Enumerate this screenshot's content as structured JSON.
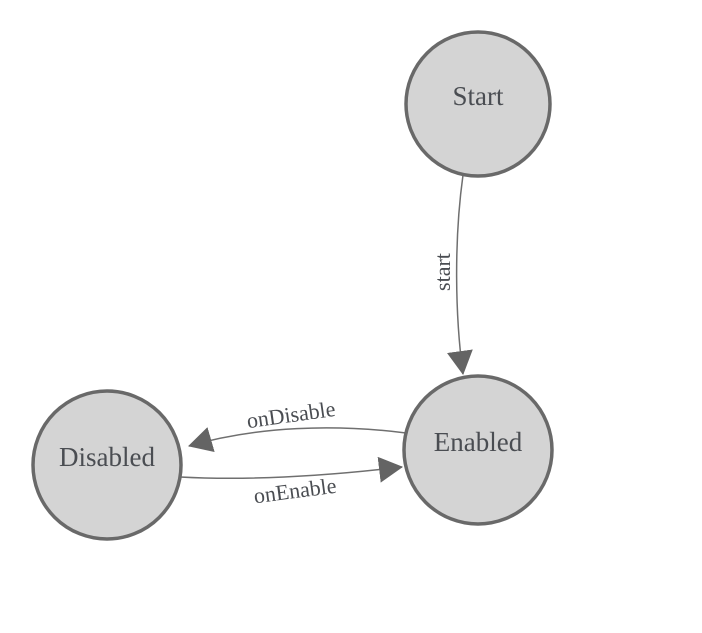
{
  "diagram": {
    "type": "state-machine",
    "colors": {
      "background": "#ffffff",
      "node_fill": "#d4d4d4",
      "node_stroke": "#696969",
      "edge_line": "#6f6f6f",
      "arrowhead": "#646464",
      "label_text": "#4a4d52"
    },
    "nodes": [
      {
        "id": "start",
        "label": "Start"
      },
      {
        "id": "enabled",
        "label": "Enabled"
      },
      {
        "id": "disabled",
        "label": "Disabled"
      }
    ],
    "edges": [
      {
        "id": "start-to-enabled",
        "from": "Start",
        "to": "Enabled",
        "label": "start"
      },
      {
        "id": "enabled-to-disabled",
        "from": "Enabled",
        "to": "Disabled",
        "label": "onDisable"
      },
      {
        "id": "disabled-to-enabled",
        "from": "Disabled",
        "to": "Enabled",
        "label": "onEnable"
      }
    ]
  }
}
